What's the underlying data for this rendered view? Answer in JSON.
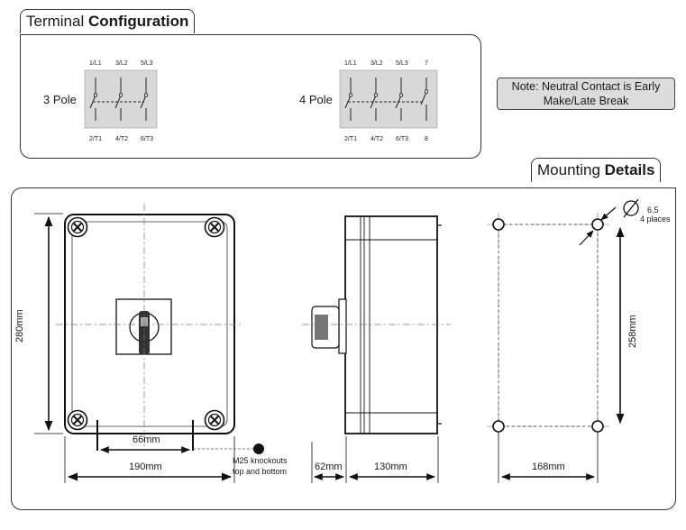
{
  "terminal": {
    "title_regular": "Terminal",
    "title_bold": "Configuration",
    "pole3": {
      "label": "3 Pole",
      "top_terminals": [
        "1/L1",
        "3/L2",
        "5/L3"
      ],
      "bottom_terminals": [
        "2/T1",
        "4/T2",
        "6/T3"
      ]
    },
    "pole4": {
      "label": "4 Pole",
      "top_terminals": [
        "1/L1",
        "3/L2",
        "5/L3",
        "7"
      ],
      "bottom_terminals": [
        "2/T1",
        "4/T2",
        "6/T3",
        "8"
      ]
    },
    "note_line1": "Note: Neutral Contact is  Early",
    "note_line2": "Make/Late Break"
  },
  "mounting": {
    "title_regular": "Mounting",
    "title_bold": "Details",
    "dim_height": "280mm",
    "dim_width": "190mm",
    "dim_knockout_spacing": "66mm",
    "knockout_line1": "M25 knockouts",
    "knockout_line2": "top and bottom",
    "dim_depth_handle": "62mm",
    "dim_depth_box": "130mm",
    "dim_hole_spacing_v": "258mm",
    "dim_hole_spacing_h": "168mm",
    "hole_diameter": "6.5",
    "hole_count": "4 places"
  }
}
